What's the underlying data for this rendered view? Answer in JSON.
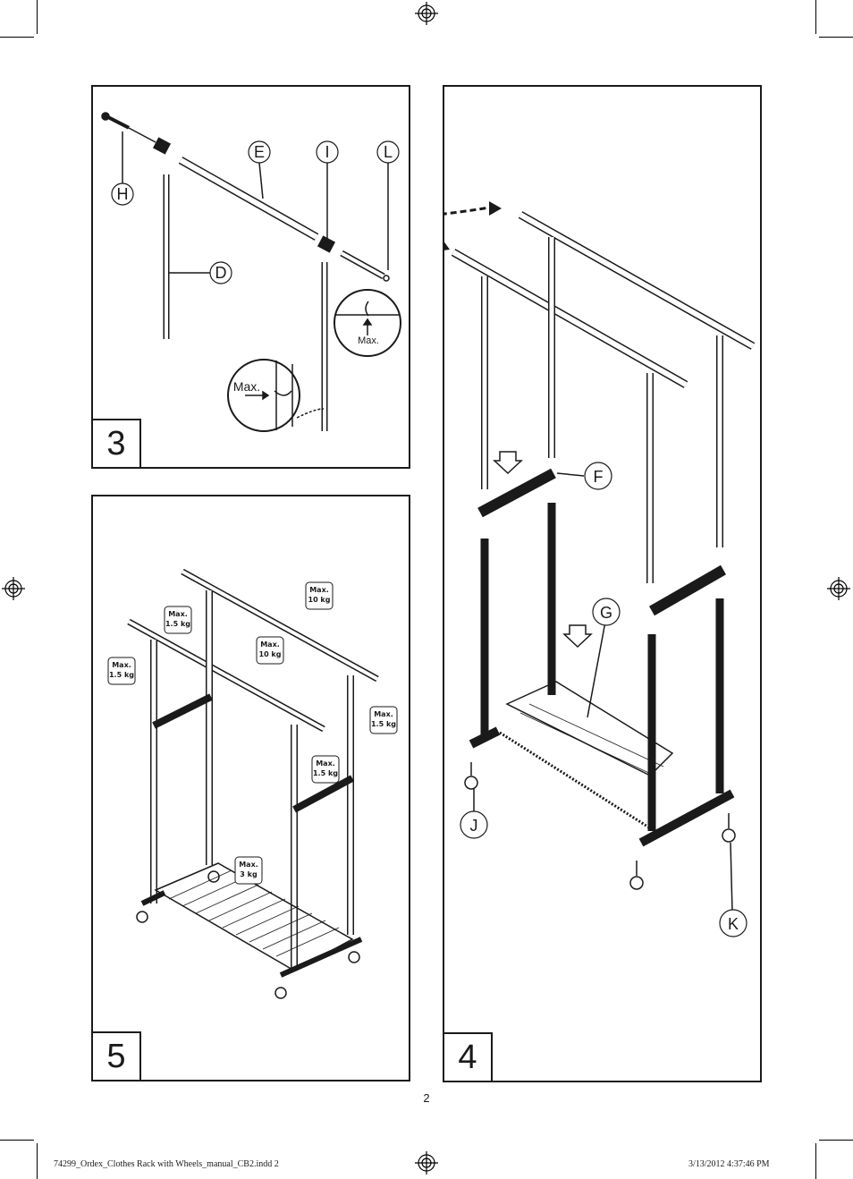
{
  "steps": {
    "step3": {
      "number": "3",
      "labels": [
        "E",
        "I",
        "L",
        "H",
        "D"
      ],
      "max_label": "Max."
    },
    "step4": {
      "number": "4",
      "labels": [
        "F",
        "G",
        "J",
        "K"
      ]
    },
    "step5": {
      "number": "5",
      "weights": [
        {
          "max": "Max.",
          "value": "10 kg"
        },
        {
          "max": "Max.",
          "value": "1.5 kg"
        },
        {
          "max": "Max.",
          "value": "10 kg"
        },
        {
          "max": "Max.",
          "value": "1.5 kg"
        },
        {
          "max": "Max.",
          "value": "1.5 kg"
        },
        {
          "max": "Max.",
          "value": "1.5 kg"
        },
        {
          "max": "Max.",
          "value": "3 kg"
        }
      ]
    }
  },
  "page_number": "2",
  "footer": {
    "filename": "74299_Ordex_Clothes Rack with Wheels_manual_CB2.indd   2",
    "timestamp": "3/13/2012   4:37:46 PM"
  },
  "icons": [
    "registration-mark-icon"
  ]
}
